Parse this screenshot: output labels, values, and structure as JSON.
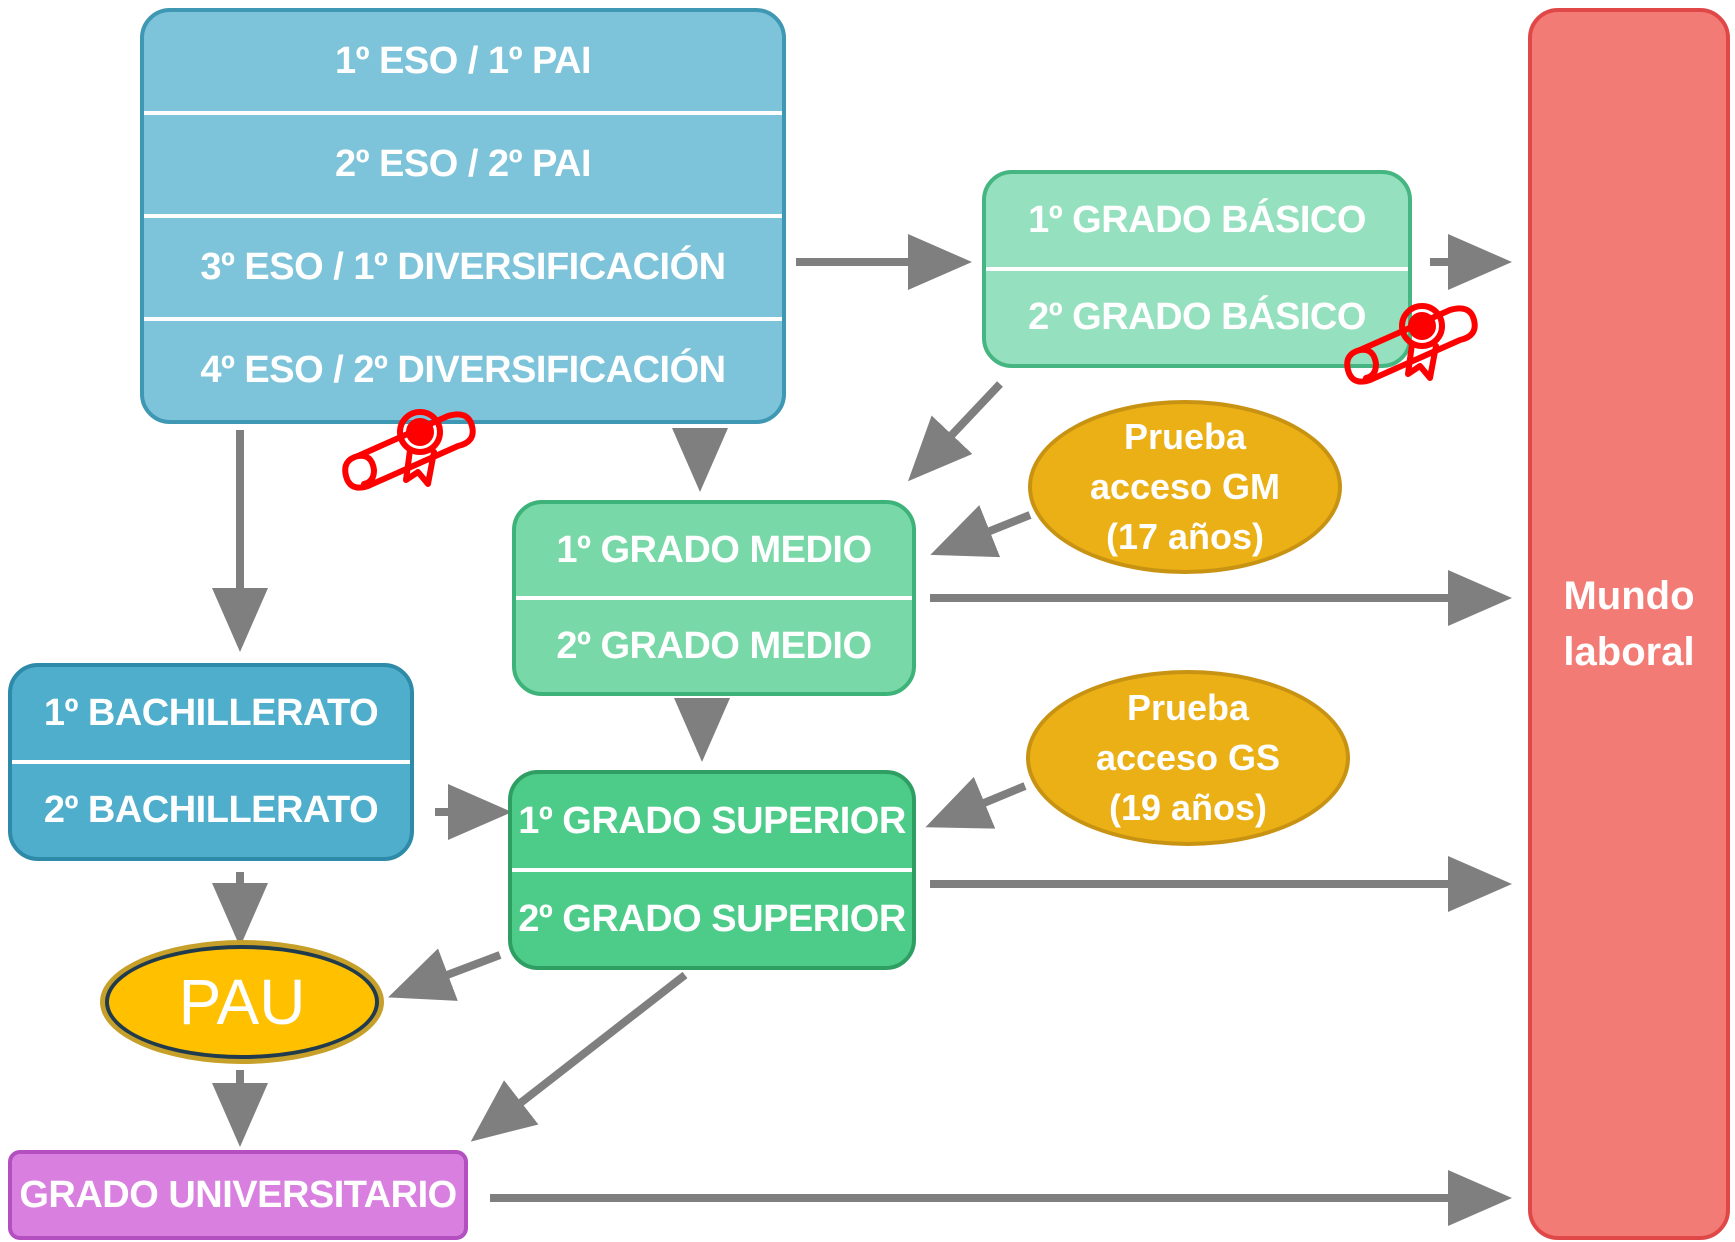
{
  "eso": {
    "rows": [
      "1º ESO / 1º PAI",
      "2º ESO / 2º PAI",
      "3º ESO / 1º DIVERSIFICACIÓN",
      "4º ESO / 2º DIVERSIFICACIÓN"
    ]
  },
  "grado_basico": {
    "rows": [
      "1º GRADO BÁSICO",
      "2º GRADO BÁSICO"
    ]
  },
  "grado_medio": {
    "rows": [
      "1º GRADO MEDIO",
      "2º GRADO MEDIO"
    ]
  },
  "bachillerato": {
    "rows": [
      "1º BACHILLERATO",
      "2º BACHILLERATO"
    ]
  },
  "grado_superior": {
    "rows": [
      "1º GRADO SUPERIOR",
      "2º GRADO SUPERIOR"
    ]
  },
  "prueba_gm": {
    "lines": [
      "Prueba",
      "acceso GM",
      "(17 años)"
    ]
  },
  "prueba_gs": {
    "lines": [
      "Prueba",
      "acceso GS",
      "(19 años)"
    ]
  },
  "pau": {
    "label": "PAU"
  },
  "universidad": {
    "label": "GRADO UNIVERSITARIO"
  },
  "mundo_laboral": {
    "lines": [
      "Mundo",
      "laboral"
    ]
  },
  "icons": {
    "certificate": "diploma-certificate-icon"
  },
  "colors": {
    "eso": "#7dc4da",
    "bachillerato": "#4eaecb",
    "grado_basico": "#95e0bf",
    "grado_medio": "#79d8a8",
    "grado_superior": "#4ccb89",
    "prueba": "#eab015",
    "pau": "#ffc000",
    "universidad": "#d87fe0",
    "mundo_laboral": "#f37b76",
    "arrow": "#7f7f7f",
    "diploma": "#ff0000"
  }
}
